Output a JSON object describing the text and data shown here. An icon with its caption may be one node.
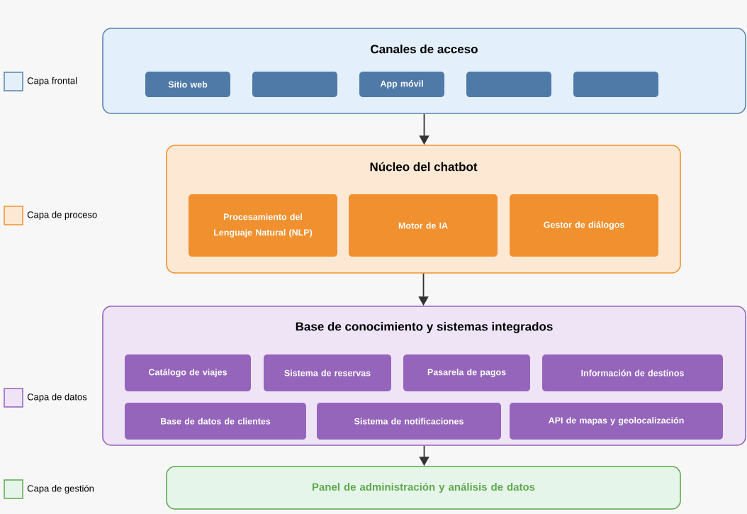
{
  "diagram": {
    "nodes": [
      {
        "text": [
          "Canales de acceso"
        ]
      },
      {
        "text": [
          "Sitio web"
        ],
        "in": 0
      },
      {
        "text": [],
        "shape": "box",
        "in": 0
      },
      {
        "text": [
          "App móvil"
        ],
        "in": 0
      },
      {
        "text": [],
        "shape": "box",
        "in": 0
      },
      {
        "text": [],
        "shape": "box",
        "in": 0
      },
      {
        "text": [
          "Núcleo del chatbot"
        ]
      },
      {
        "text": [
          "Procesamiento del Lenguaje Natural (NLP)"
        ],
        "in": 6
      },
      {
        "text": [
          "Motor de IA"
        ],
        "in": 6
      },
      {
        "text": [
          "Gestor de diálogos"
        ],
        "in": 6
      },
      {
        "text": [
          "Base de conocimiento y sistemas integrados"
        ]
      },
      {
        "text": [
          "Catálogo de viajes"
        ],
        "in": 10
      },
      {
        "text": [
          "Sistema de reservas"
        ],
        "in": 10
      },
      {
        "text": [
          "Pasarela de pagos"
        ],
        "in": 10
      },
      {
        "text": [
          "Información de destinos"
        ],
        "in": 10
      },
      {
        "text": [
          "Base de datos de clientes"
        ],
        "in": 10
      },
      {
        "text": [
          "Sistema de notificaciones"
        ],
        "in": 10
      },
      {
        "text": [
          "API de mapas y geolocalización"
        ],
        "in": 10
      },
      {
        "text": [
          "Panel de administración y análisis de datos"
        ]
      }
    ],
    "edges": [
      {
        "from": 0,
        "to": 6,
        "arrow": "to"
      },
      {
        "from": 6,
        "to": 10,
        "arrow": "to"
      },
      {
        "from": 10,
        "to": 18,
        "arrow": "to"
      }
    ],
    "legend": [
      {
        "text": "Capa frontal",
        "color": "#e3f0fc"
      },
      {
        "text": "Capa de proceso",
        "color": "#fde8d4"
      },
      {
        "text": "Capa de datos",
        "color": "#efe4f6"
      },
      {
        "text": "Capa de gestión",
        "color": "#e6f5e9"
      }
    ]
  }
}
